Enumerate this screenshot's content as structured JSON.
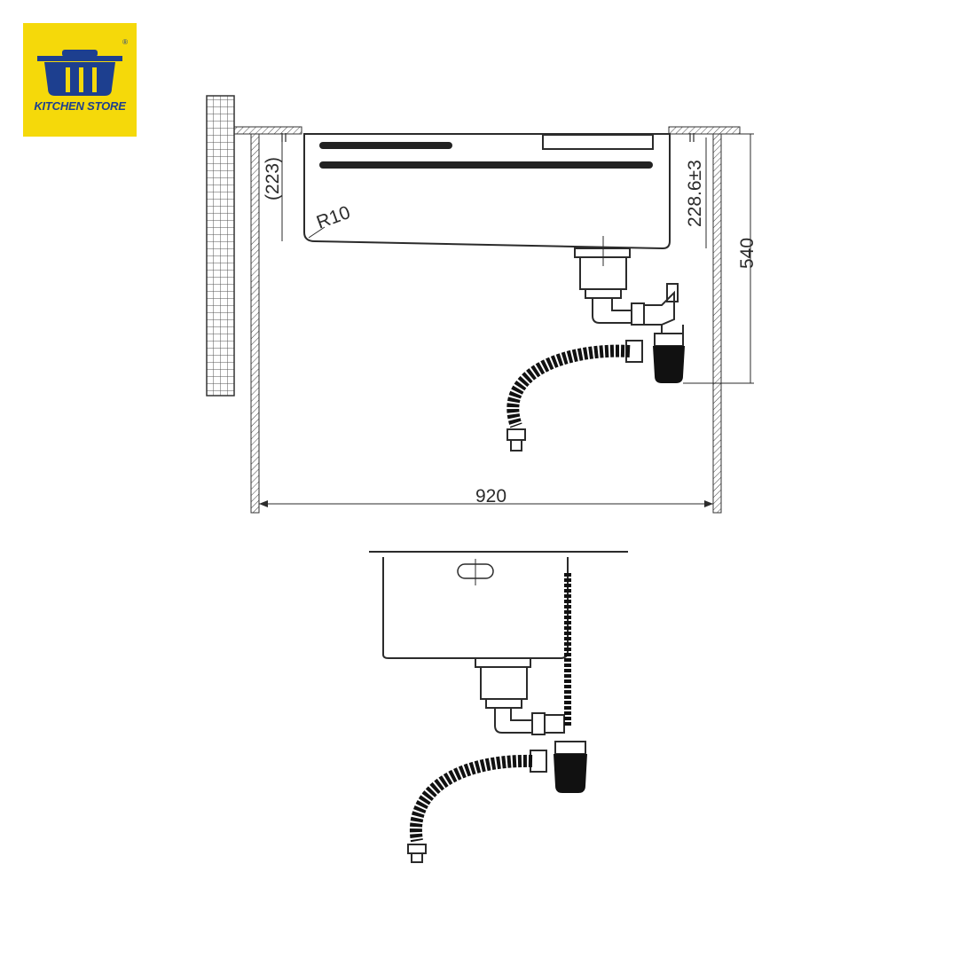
{
  "brand": {
    "name": "KITCHEN STORE",
    "registered_mark": "®",
    "colors": {
      "background": "#f5d90a",
      "logo": "#1d3f8f"
    }
  },
  "diagram": {
    "dimensions": {
      "cabinet_width": "920",
      "cabinet_height": "540",
      "bowl_depth_ref": "(223)",
      "bowl_depth": "228.6±3",
      "corner_radius": "R10"
    }
  }
}
